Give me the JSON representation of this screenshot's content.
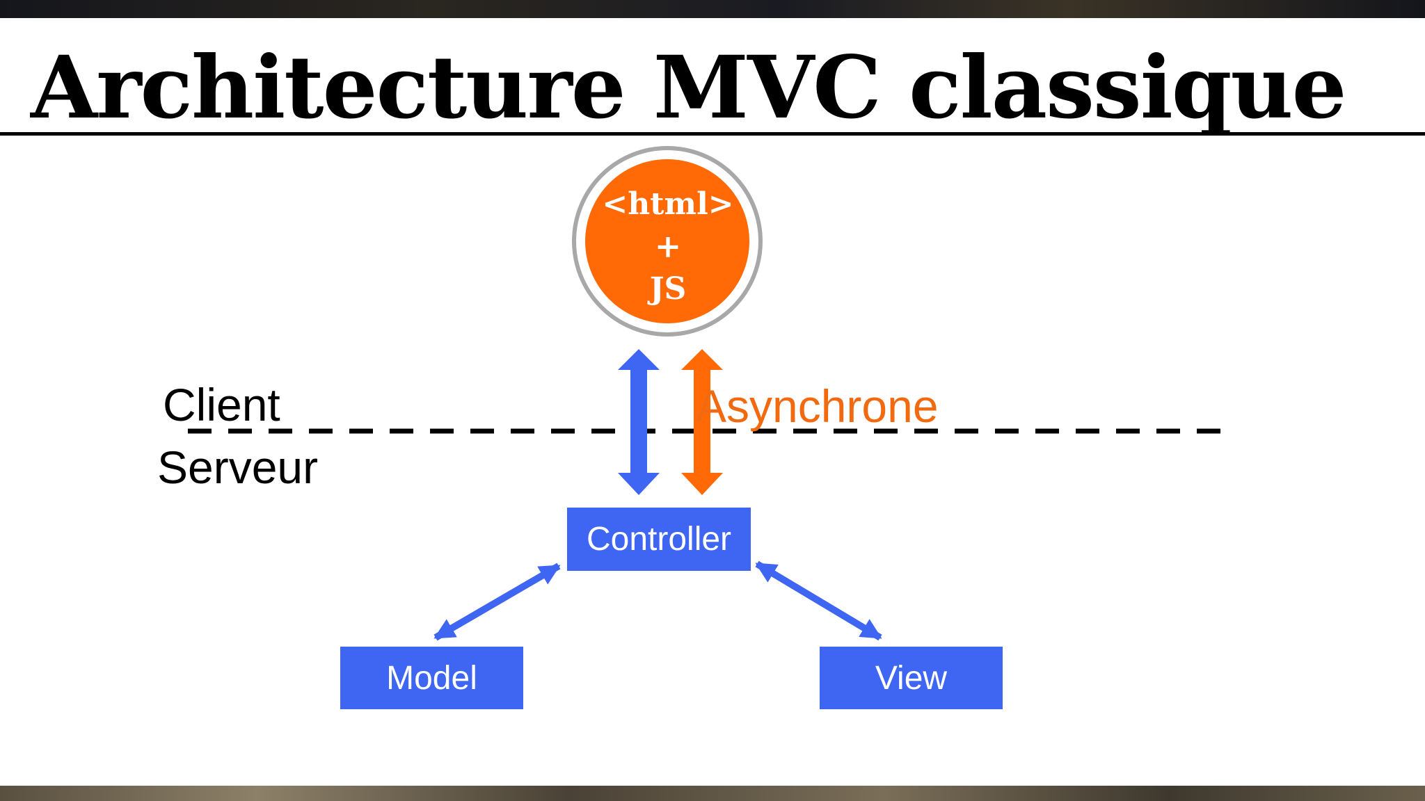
{
  "slide": {
    "title": "Architecture MVC classique"
  },
  "client_bubble": {
    "line1": "<html>",
    "line2": "+",
    "line3": "JS"
  },
  "boundary": {
    "client_label": "Client",
    "server_label": "Serveur",
    "async_label": "Asynchrone"
  },
  "components": {
    "controller": "Controller",
    "model": "Model",
    "view": "View"
  },
  "colors": {
    "orange": "#ff6a06",
    "blue": "#3e66f2",
    "async_text": "#f26a10"
  }
}
